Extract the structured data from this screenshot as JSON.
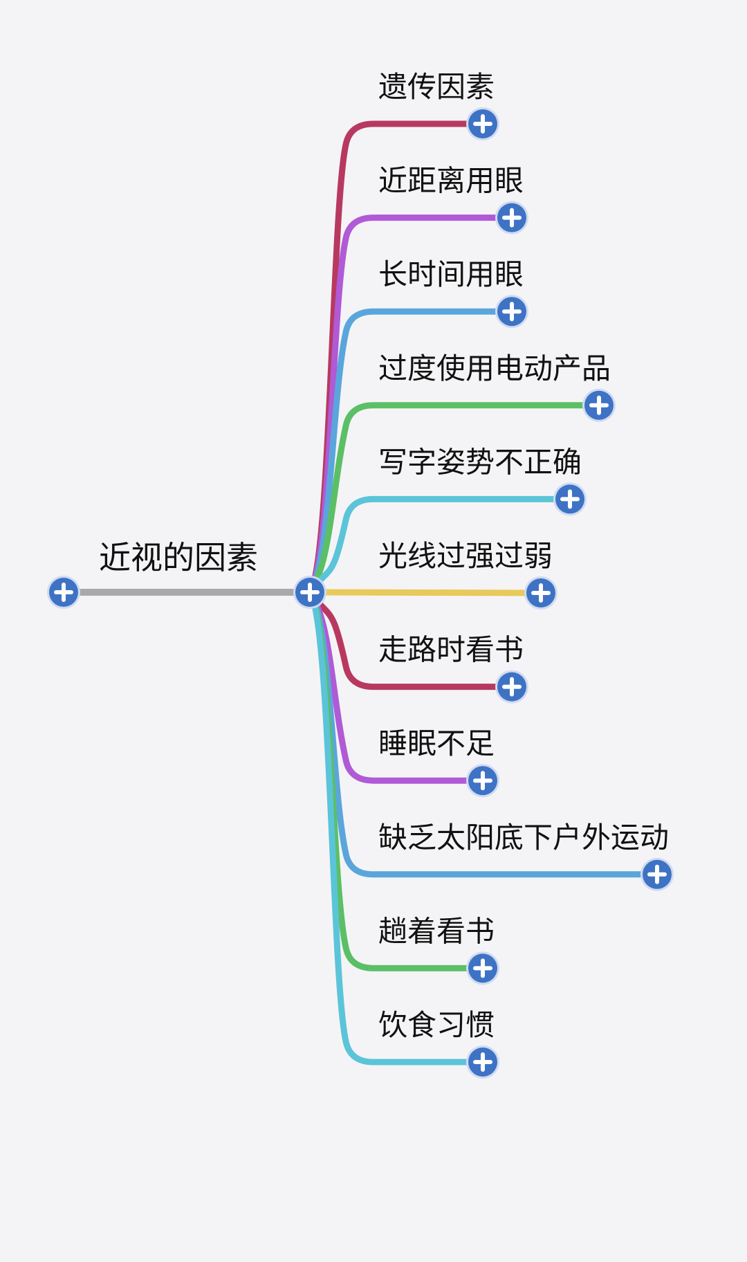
{
  "mindmap": {
    "root": {
      "label": "近视的因素"
    },
    "branches": [
      {
        "label": "遗传因素",
        "color": "#b8395f"
      },
      {
        "label": "近距离用眼",
        "color": "#b05ad6"
      },
      {
        "label": "长时间用眼",
        "color": "#5aa6dc"
      },
      {
        "label": "过度使用电动产品",
        "color": "#5bbf66"
      },
      {
        "label": "写字姿势不正确",
        "color": "#5bc4d8"
      },
      {
        "label": "光线过强过弱",
        "color": "#e8c95a"
      },
      {
        "label": "走路时看书",
        "color": "#b8395f"
      },
      {
        "label": "睡眠不足",
        "color": "#b05ad6"
      },
      {
        "label": "缺乏太阳底下户外运动",
        "color": "#5aa6dc"
      },
      {
        "label": "趟着看书",
        "color": "#5bbf66"
      },
      {
        "label": "饮食习惯",
        "color": "#5bc4d8"
      }
    ],
    "trunk_color": "#a9a9a9",
    "expand_button": {
      "icon": "plus-icon",
      "fill": "#3e72c4",
      "ring": "#cfdbf2"
    },
    "text_color": "#111111"
  }
}
